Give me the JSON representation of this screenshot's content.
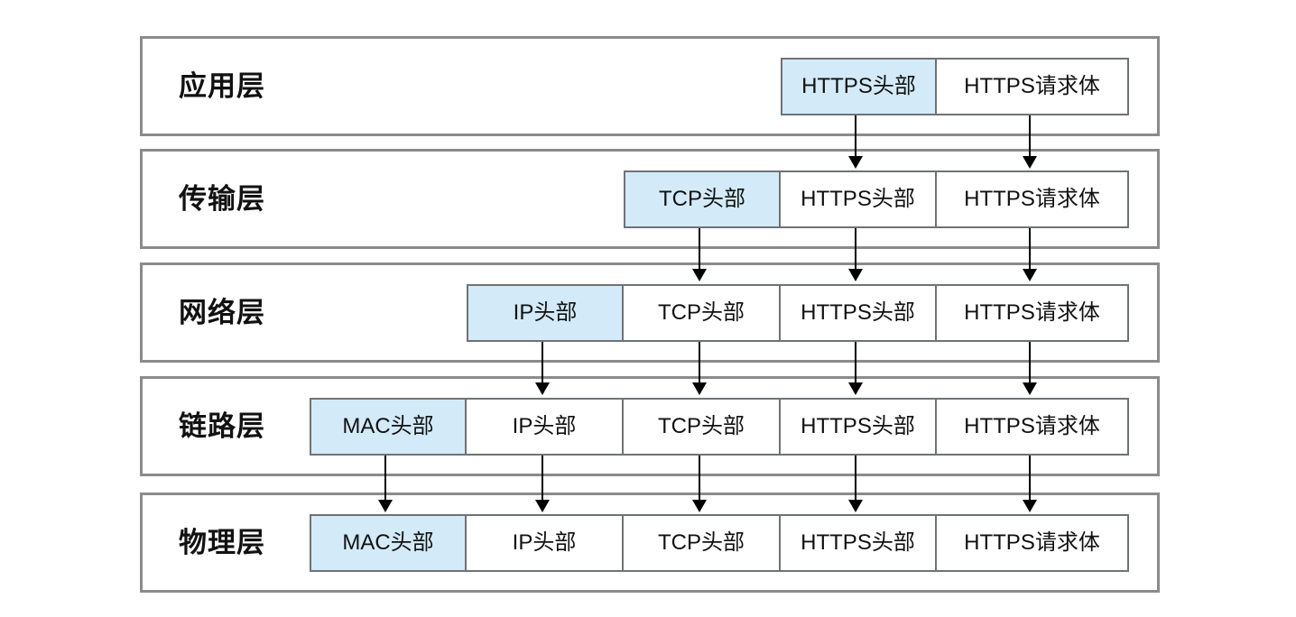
{
  "diagram": {
    "layers": [
      {
        "label": "应用层",
        "cells": [
          {
            "text": "HTTPS头部",
            "highlight": true
          },
          {
            "text": "HTTPS请求体",
            "highlight": false
          }
        ]
      },
      {
        "label": "传输层",
        "cells": [
          {
            "text": "TCP头部",
            "highlight": true
          },
          {
            "text": "HTTPS头部",
            "highlight": false
          },
          {
            "text": "HTTPS请求体",
            "highlight": false
          }
        ]
      },
      {
        "label": "网络层",
        "cells": [
          {
            "text": "IP头部",
            "highlight": true
          },
          {
            "text": "TCP头部",
            "highlight": false
          },
          {
            "text": "HTTPS头部",
            "highlight": false
          },
          {
            "text": "HTTPS请求体",
            "highlight": false
          }
        ]
      },
      {
        "label": "链路层",
        "cells": [
          {
            "text": "MAC头部",
            "highlight": true
          },
          {
            "text": "IP头部",
            "highlight": false
          },
          {
            "text": "TCP头部",
            "highlight": false
          },
          {
            "text": "HTTPS头部",
            "highlight": false
          },
          {
            "text": "HTTPS请求体",
            "highlight": false
          }
        ]
      },
      {
        "label": "物理层",
        "cells": [
          {
            "text": "MAC头部",
            "highlight": true
          },
          {
            "text": "IP头部",
            "highlight": false
          },
          {
            "text": "TCP头部",
            "highlight": false
          },
          {
            "text": "HTTPS头部",
            "highlight": false
          },
          {
            "text": "HTTPS请求体",
            "highlight": false
          }
        ]
      }
    ],
    "colors": {
      "highlight_fill": "#d3ebf8",
      "cell_border": "#6f7275",
      "row_border": "#8b8b8b",
      "arrow": "#000000",
      "text": "#111111",
      "background": "#ffffff"
    }
  }
}
